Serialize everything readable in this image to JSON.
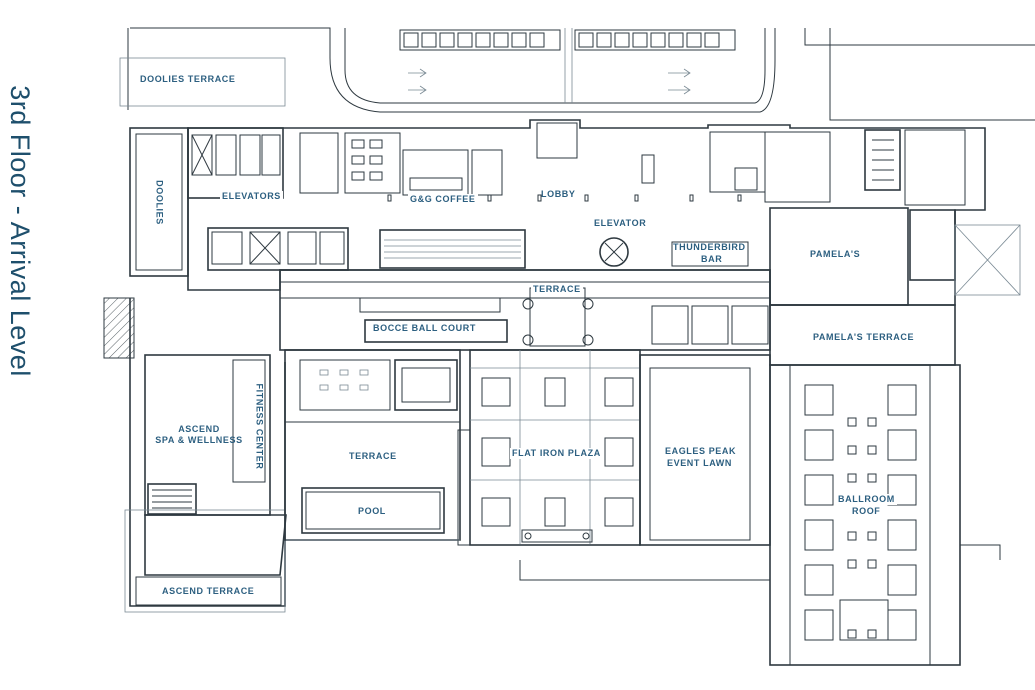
{
  "page": {
    "title": "3rd Floor - Arrival Level"
  },
  "labels": {
    "doolies_terrace": "DOOLIES TERRACE",
    "doolies": "DOOLIES",
    "elevators": "ELEVATORS",
    "gg_coffee": "G&G COFFEE",
    "lobby": "LOBBY",
    "elevator": "ELEVATOR",
    "thunderbird": "THUNDERBIRD",
    "bar": "BAR",
    "pamelas": "PAMELA'S",
    "terrace_top": "TERRACE",
    "bocce": "BOCCE BALL COURT",
    "pamelas_terrace": "PAMELA'S TERRACE",
    "ascend_spa_line1": "ASCEND",
    "ascend_spa_line2": "SPA & WELLNESS",
    "fitness": "FITNESS CENTER",
    "terrace_mid": "TERRACE",
    "flat_iron": "FLAT IRON PLAZA",
    "eagles_line1": "EAGLES PEAK",
    "eagles_line2": "EVENT LAWN",
    "ballroom_line1": "BALLROOM",
    "ballroom_line2": "ROOF",
    "pool": "POOL",
    "ascend_terrace": "ASCEND TERRACE"
  },
  "colors": {
    "label": "#2c5f80",
    "title": "#1e4f6c",
    "walls": "#2e3940"
  }
}
